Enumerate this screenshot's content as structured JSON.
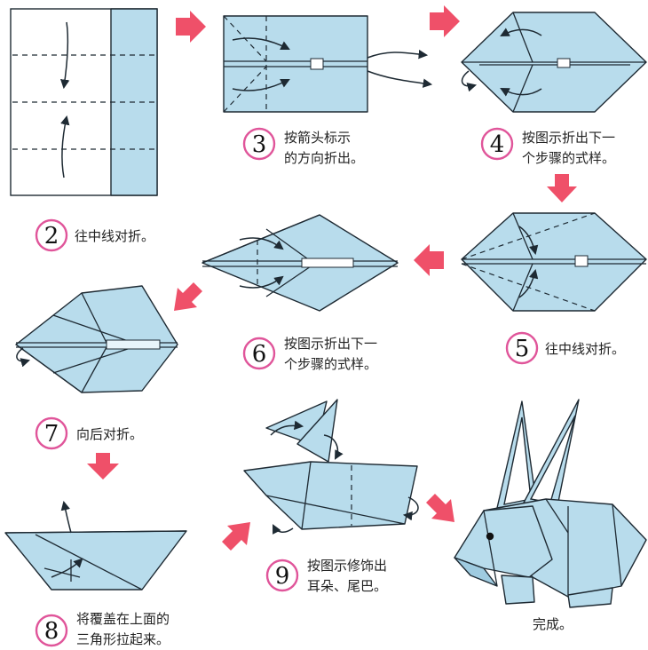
{
  "colors": {
    "paper": "#b8dcec",
    "accent": "#ef5069",
    "badge": "#e0559a"
  },
  "steps": [
    {
      "number": "2",
      "lines": [
        "往中线对折。"
      ]
    },
    {
      "number": "3",
      "lines": [
        "按箭头标示",
        "的方向折出。"
      ]
    },
    {
      "number": "4",
      "lines": [
        "按图示折出下一",
        "个步骤的式样。"
      ]
    },
    {
      "number": "5",
      "lines": [
        "往中线对折。"
      ]
    },
    {
      "number": "6",
      "lines": [
        "按图示折出下一",
        "个步骤的式样。"
      ]
    },
    {
      "number": "7",
      "lines": [
        "向后对折。"
      ]
    },
    {
      "number": "8",
      "lines": [
        "将覆盖在上面的",
        "三角形拉起来。"
      ]
    },
    {
      "number": "9",
      "lines": [
        "按图示修饰出",
        "耳朵、尾巴。"
      ]
    }
  ],
  "done_label": "完成。"
}
